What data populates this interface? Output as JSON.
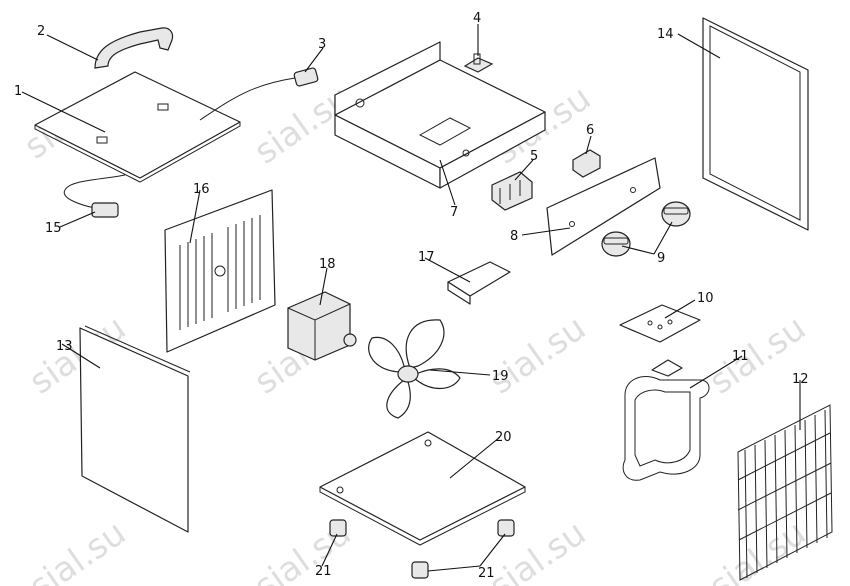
{
  "watermark": "sial.su",
  "callouts": [
    "1",
    "2",
    "3",
    "4",
    "5",
    "6",
    "7",
    "8",
    "9",
    "10",
    "11",
    "12",
    "13",
    "14",
    "15",
    "16",
    "17",
    "18",
    "19",
    "20",
    "21",
    "21"
  ],
  "colors": {
    "line": "#222222",
    "watermark": "#d9d9d9",
    "background": "#ffffff"
  }
}
